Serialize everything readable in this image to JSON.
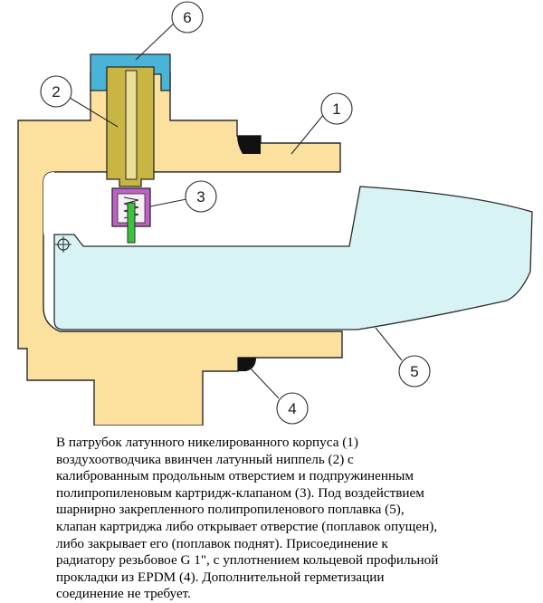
{
  "callouts": [
    "1",
    "2",
    "3",
    "4",
    "5",
    "6"
  ],
  "caption_lines": [
    "В патрубок латунного никелированного корпуса (1)",
    "воздухоотводчика ввинчен латунный ниппель (2) с",
    "калиброванным продольным отверстием и подпружиненным",
    "полипропиленовым картридж-клапаном (3). Под воздействием",
    "шарнирно закрепленного полипропиленового поплавка (5),",
    "клапан картриджа либо открывает отверстие (поплавок опущен),",
    "либо закрывает его (поплавок поднят). Присоединение к",
    "радиатору резьбовое G 1\", с уплотнением кольцевой профильной",
    "прокладки из EPDM (4). Дополнительной герметизации",
    "соединение не требует."
  ],
  "colors": {
    "body": "#fbe09e",
    "nipple": "#c9b542",
    "cap": "#4ab3d8",
    "valve": "#c060c8",
    "pin": "#3cc23c",
    "float": "#d8f3f3",
    "seal": "#111111",
    "outline": "#2a2a2a"
  }
}
